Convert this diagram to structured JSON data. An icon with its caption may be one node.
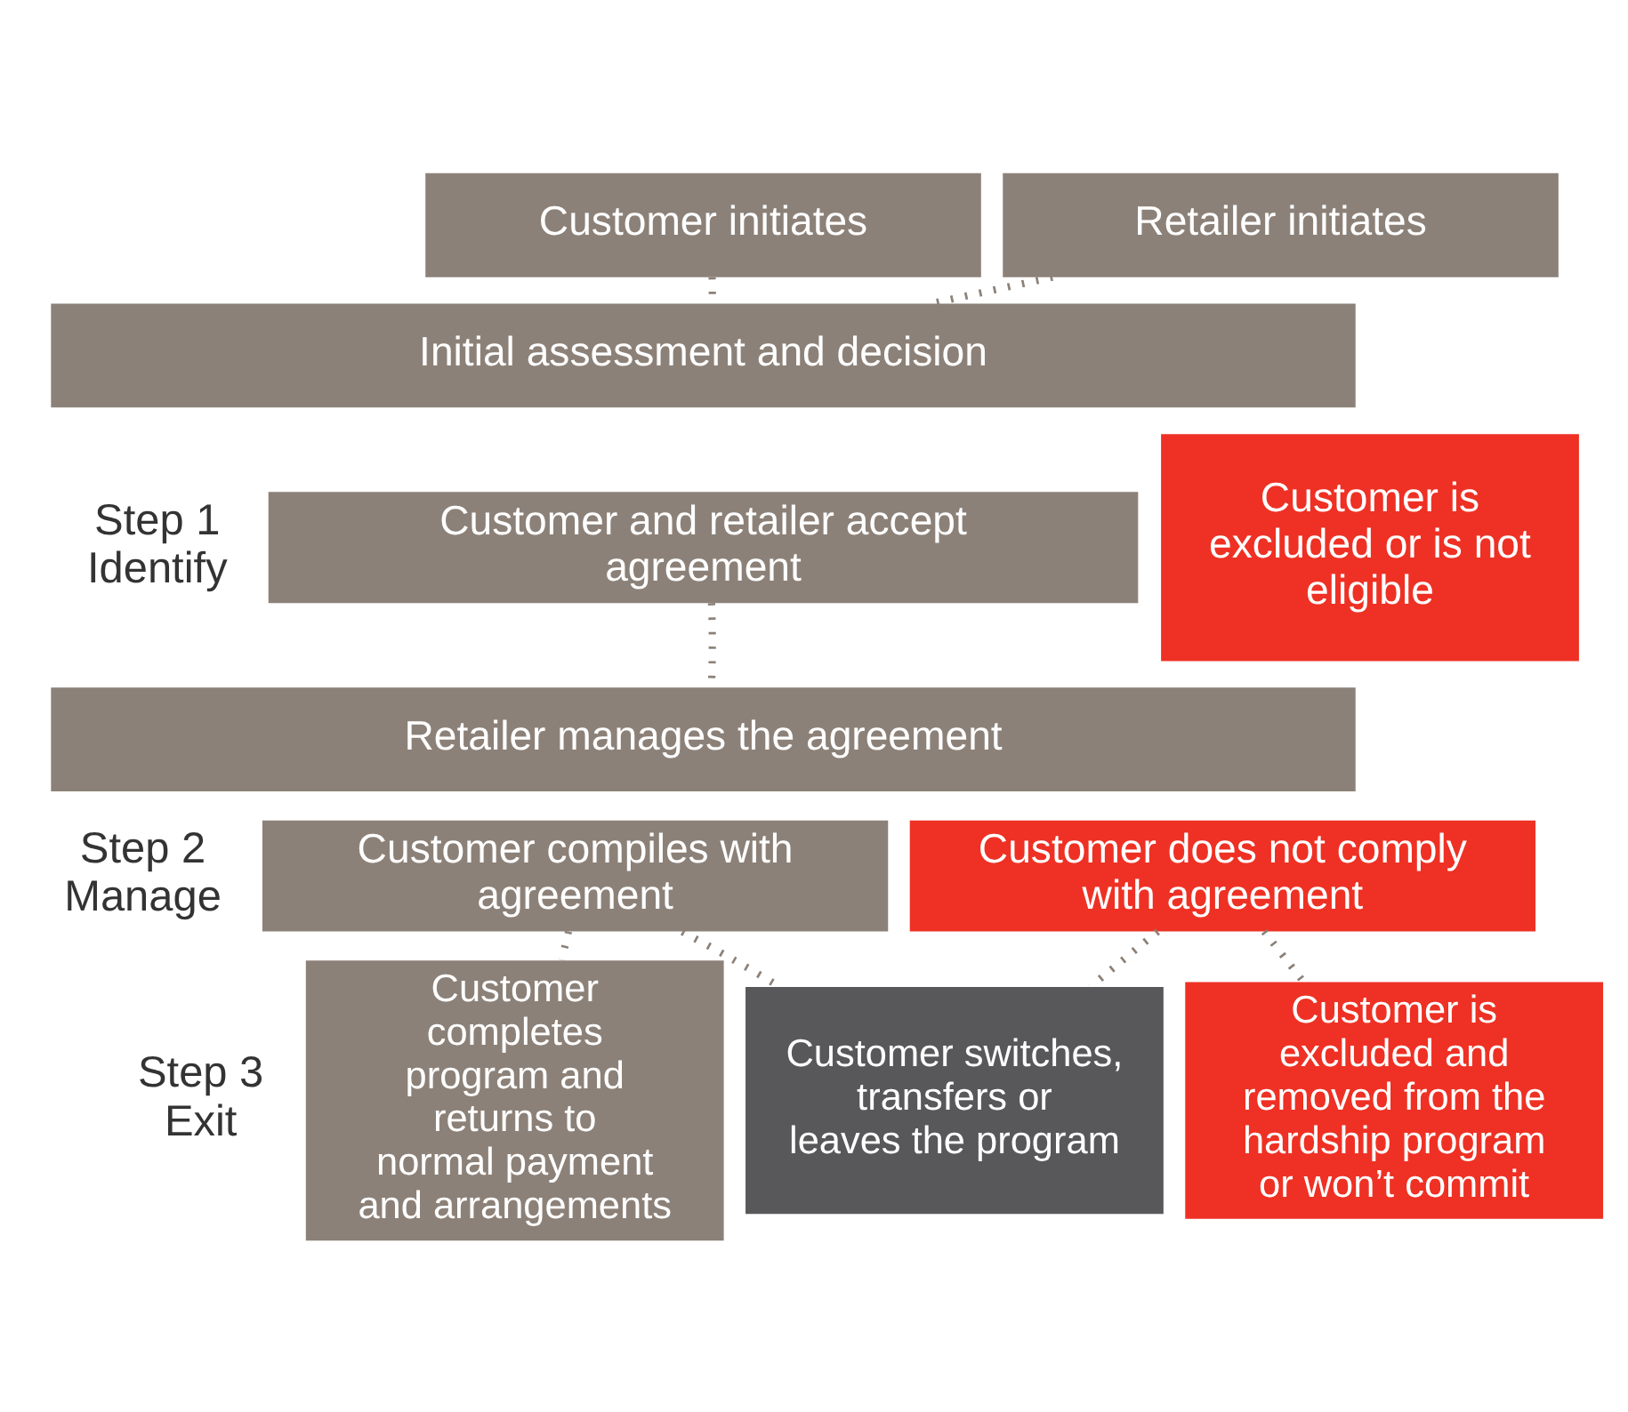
{
  "diagram": {
    "nodes": [
      {
        "text": [
          "Customer initiates"
        ]
      },
      {
        "text": [
          "Retailer initiates"
        ]
      },
      {
        "text": [
          "Initial assessment and decision"
        ]
      },
      {
        "text": [
          "Customer and retailer accept agreement"
        ]
      },
      {
        "text": [
          "Customer is excluded or is not eligible"
        ]
      },
      {
        "text": [
          "Retailer manages the agreement"
        ]
      },
      {
        "text": [
          "Customer compiles with agreement"
        ]
      },
      {
        "text": [
          "Customer does not comply with agreement"
        ]
      },
      {
        "text": [
          "Customer completes program and returns to normal payment and arrangements"
        ]
      },
      {
        "text": [
          "Customer switches, transfers or leaves the program"
        ]
      },
      {
        "text": [
          "Customer is excluded and removed from the hardship program or won’t commit"
        ]
      }
    ],
    "edges": [
      {
        "from": 0,
        "to": 2,
        "arrow": "none"
      },
      {
        "from": 1,
        "to": 2,
        "arrow": "none"
      },
      {
        "from": 3,
        "to": 5,
        "arrow": "none"
      },
      {
        "from": 6,
        "to": 8,
        "arrow": "none"
      },
      {
        "from": 6,
        "to": 9,
        "arrow": "none"
      },
      {
        "from": 7,
        "to": 9,
        "arrow": "none"
      },
      {
        "from": 7,
        "to": 10,
        "arrow": "none"
      }
    ],
    "labels": [
      "Step 1 Identify",
      "Step 2 Manage",
      "Step 3 Exit"
    ]
  }
}
